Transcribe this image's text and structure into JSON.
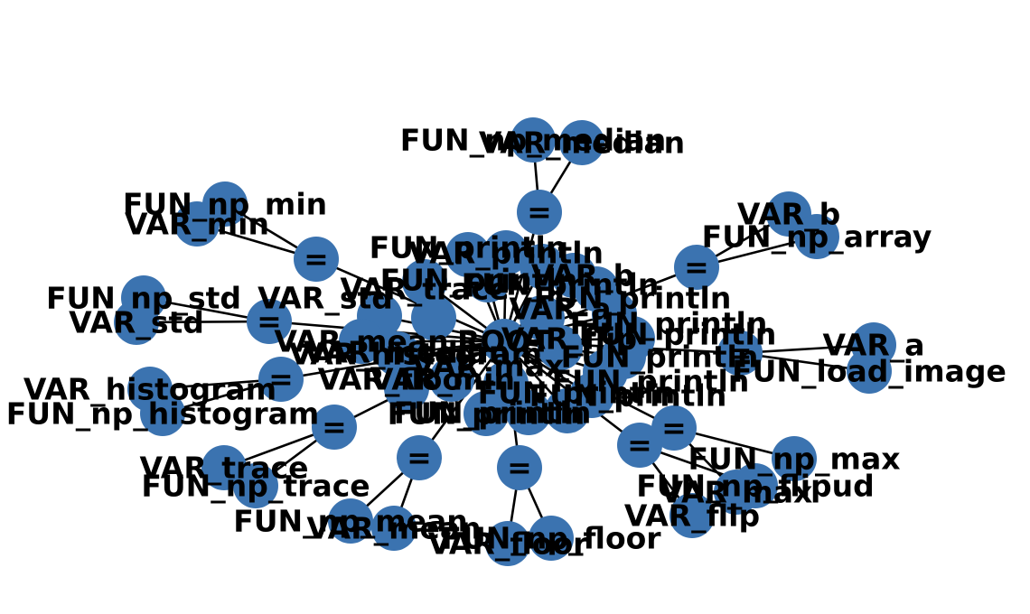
{
  "colors": {
    "node": "#3b73b0",
    "edge": "#000000",
    "label": "#000000",
    "background": "#ffffff"
  },
  "graph": {
    "root": {
      "id": "root",
      "label": "ROOT"
    },
    "hubs": [
      {
        "id": "h_median",
        "label": "=",
        "children": [
          {
            "id": "fun_median",
            "label": "FUN_np_median"
          },
          {
            "id": "var_median",
            "label": "VAR_median"
          }
        ]
      },
      {
        "id": "h_min",
        "label": "=",
        "children": [
          {
            "id": "fun_min",
            "label": "FUN_np_min"
          },
          {
            "id": "var_min",
            "label": "VAR_min"
          }
        ]
      },
      {
        "id": "h_array",
        "label": "=",
        "children": [
          {
            "id": "var_b",
            "label": "VAR_b"
          },
          {
            "id": "fun_array",
            "label": "FUN_np_array"
          }
        ]
      },
      {
        "id": "h_std",
        "label": "=",
        "children": [
          {
            "id": "fun_std",
            "label": "FUN_np_std"
          },
          {
            "id": "var_std",
            "label": "VAR_std"
          }
        ]
      },
      {
        "id": "h_load",
        "label": "=",
        "children": [
          {
            "id": "var_a",
            "label": "VAR_a"
          },
          {
            "id": "fun_load",
            "label": "FUN_load_image"
          }
        ]
      },
      {
        "id": "h_histogram",
        "label": "=",
        "children": [
          {
            "id": "var_histogram",
            "label": "VAR_histogram"
          },
          {
            "id": "fun_histogram",
            "label": "FUN_np_histogram"
          }
        ]
      },
      {
        "id": "h_trace",
        "label": "=",
        "children": [
          {
            "id": "var_trace",
            "label": "VAR_trace"
          },
          {
            "id": "fun_trace",
            "label": "FUN_np_trace"
          }
        ]
      },
      {
        "id": "h_mean",
        "label": "=",
        "children": [
          {
            "id": "fun_mean",
            "label": "FUN_np_mean"
          },
          {
            "id": "var_mean",
            "label": "VAR_mean"
          }
        ]
      },
      {
        "id": "h_floor",
        "label": "=",
        "children": [
          {
            "id": "var_floor",
            "label": "VAR_floor"
          },
          {
            "id": "fun_floor",
            "label": "FUN_np_floor"
          }
        ]
      },
      {
        "id": "h_max",
        "label": "=",
        "children": [
          {
            "id": "fun_max",
            "label": "FUN_np_max"
          },
          {
            "id": "var_max",
            "label": "VAR_max"
          }
        ]
      },
      {
        "id": "h_flip",
        "label": "=",
        "children": [
          {
            "id": "fun_flipud",
            "label": "FUN_np_flipud"
          },
          {
            "id": "var_flip",
            "label": "VAR_flip"
          }
        ]
      }
    ],
    "center_cluster": [
      {
        "id": "c1",
        "label": "FUN_println"
      },
      {
        "id": "c2",
        "label": "VAR_println"
      },
      {
        "id": "c3",
        "label": "FUN_println"
      },
      {
        "id": "c4",
        "label": "VAR_b"
      },
      {
        "id": "c5",
        "label": "FUN_println"
      },
      {
        "id": "c6",
        "label": "VAR_trace"
      },
      {
        "id": "c7",
        "label": "FUN_println"
      },
      {
        "id": "c8",
        "label": "VAR_std"
      },
      {
        "id": "c9",
        "label": "FUN_println"
      },
      {
        "id": "c10",
        "label": "VAR_histogram"
      },
      {
        "id": "c11",
        "label": "FUN_println"
      },
      {
        "id": "c12",
        "label": "VAR_mean"
      },
      {
        "id": "c13",
        "label": "VAR_median"
      },
      {
        "id": "c14",
        "label": "FUN_println"
      },
      {
        "id": "c15",
        "label": "VAR_flip"
      },
      {
        "id": "c16",
        "label": "FUN_println"
      },
      {
        "id": "c17",
        "label": "VAR_a"
      },
      {
        "id": "c18",
        "label": "FUN_println"
      },
      {
        "id": "c19",
        "label": "VAR_min"
      },
      {
        "id": "c20",
        "label": "FUN_println"
      },
      {
        "id": "c21",
        "label": "VAR_floor"
      },
      {
        "id": "c22",
        "label": "FUN_println"
      },
      {
        "id": "c23",
        "label": "VAR_max"
      },
      {
        "id": "c24",
        "label": "FUN_println"
      }
    ]
  }
}
